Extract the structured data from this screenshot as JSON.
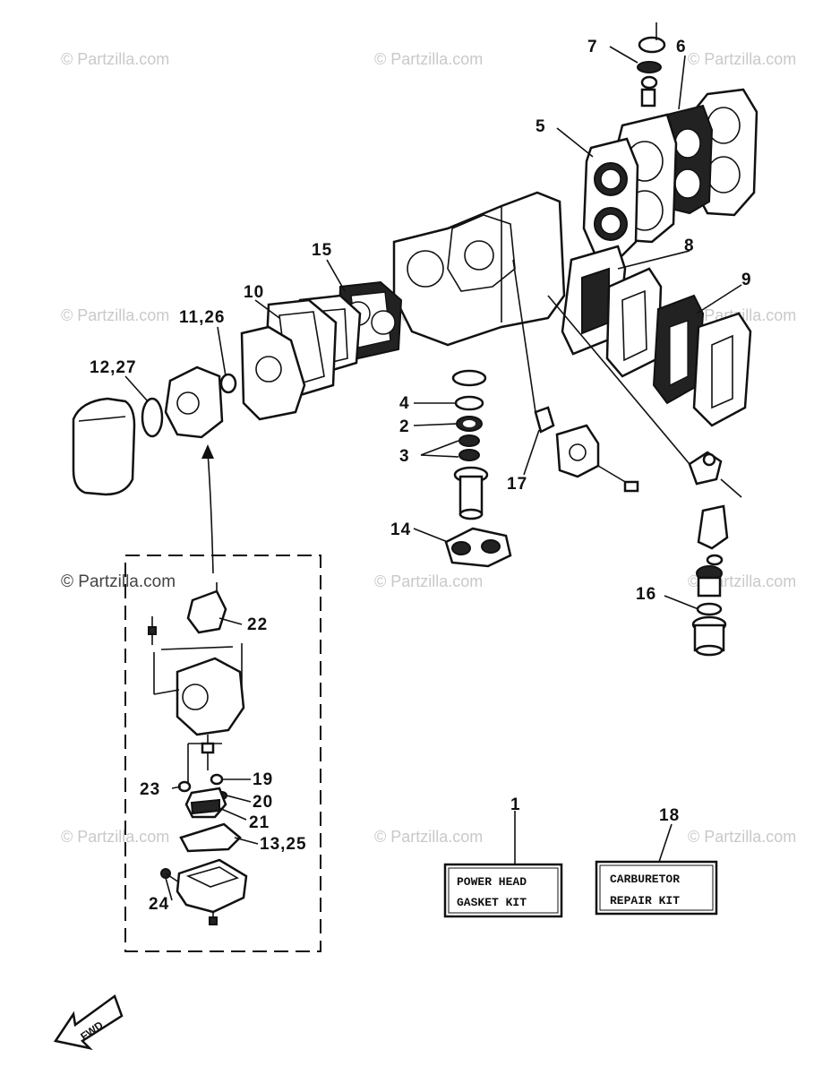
{
  "watermark": {
    "text": "© Partzilla.com"
  },
  "callouts": {
    "c1": "1",
    "c2": "2",
    "c3": "3",
    "c4": "4",
    "c5": "5",
    "c6": "6",
    "c7": "7",
    "c8": "8",
    "c9": "9",
    "c10": "10",
    "c11_26": "11,26",
    "c12_27": "12,27",
    "c13_25": "13,25",
    "c14": "14",
    "c15": "15",
    "c16": "16",
    "c17": "17",
    "c18": "18",
    "c19": "19",
    "c20": "20",
    "c21": "21",
    "c22": "22",
    "c23": "23",
    "c24": "24"
  },
  "kits": {
    "power_head": {
      "line1": "POWER HEAD",
      "line2": "GASKET KIT"
    },
    "carburetor": {
      "line1": "CARBURETOR",
      "line2": "REPAIR KIT"
    }
  },
  "fwd_label": "FWD",
  "colors": {
    "ink": "#111111",
    "watermark": "#c9c9c9",
    "background": "#ffffff"
  }
}
